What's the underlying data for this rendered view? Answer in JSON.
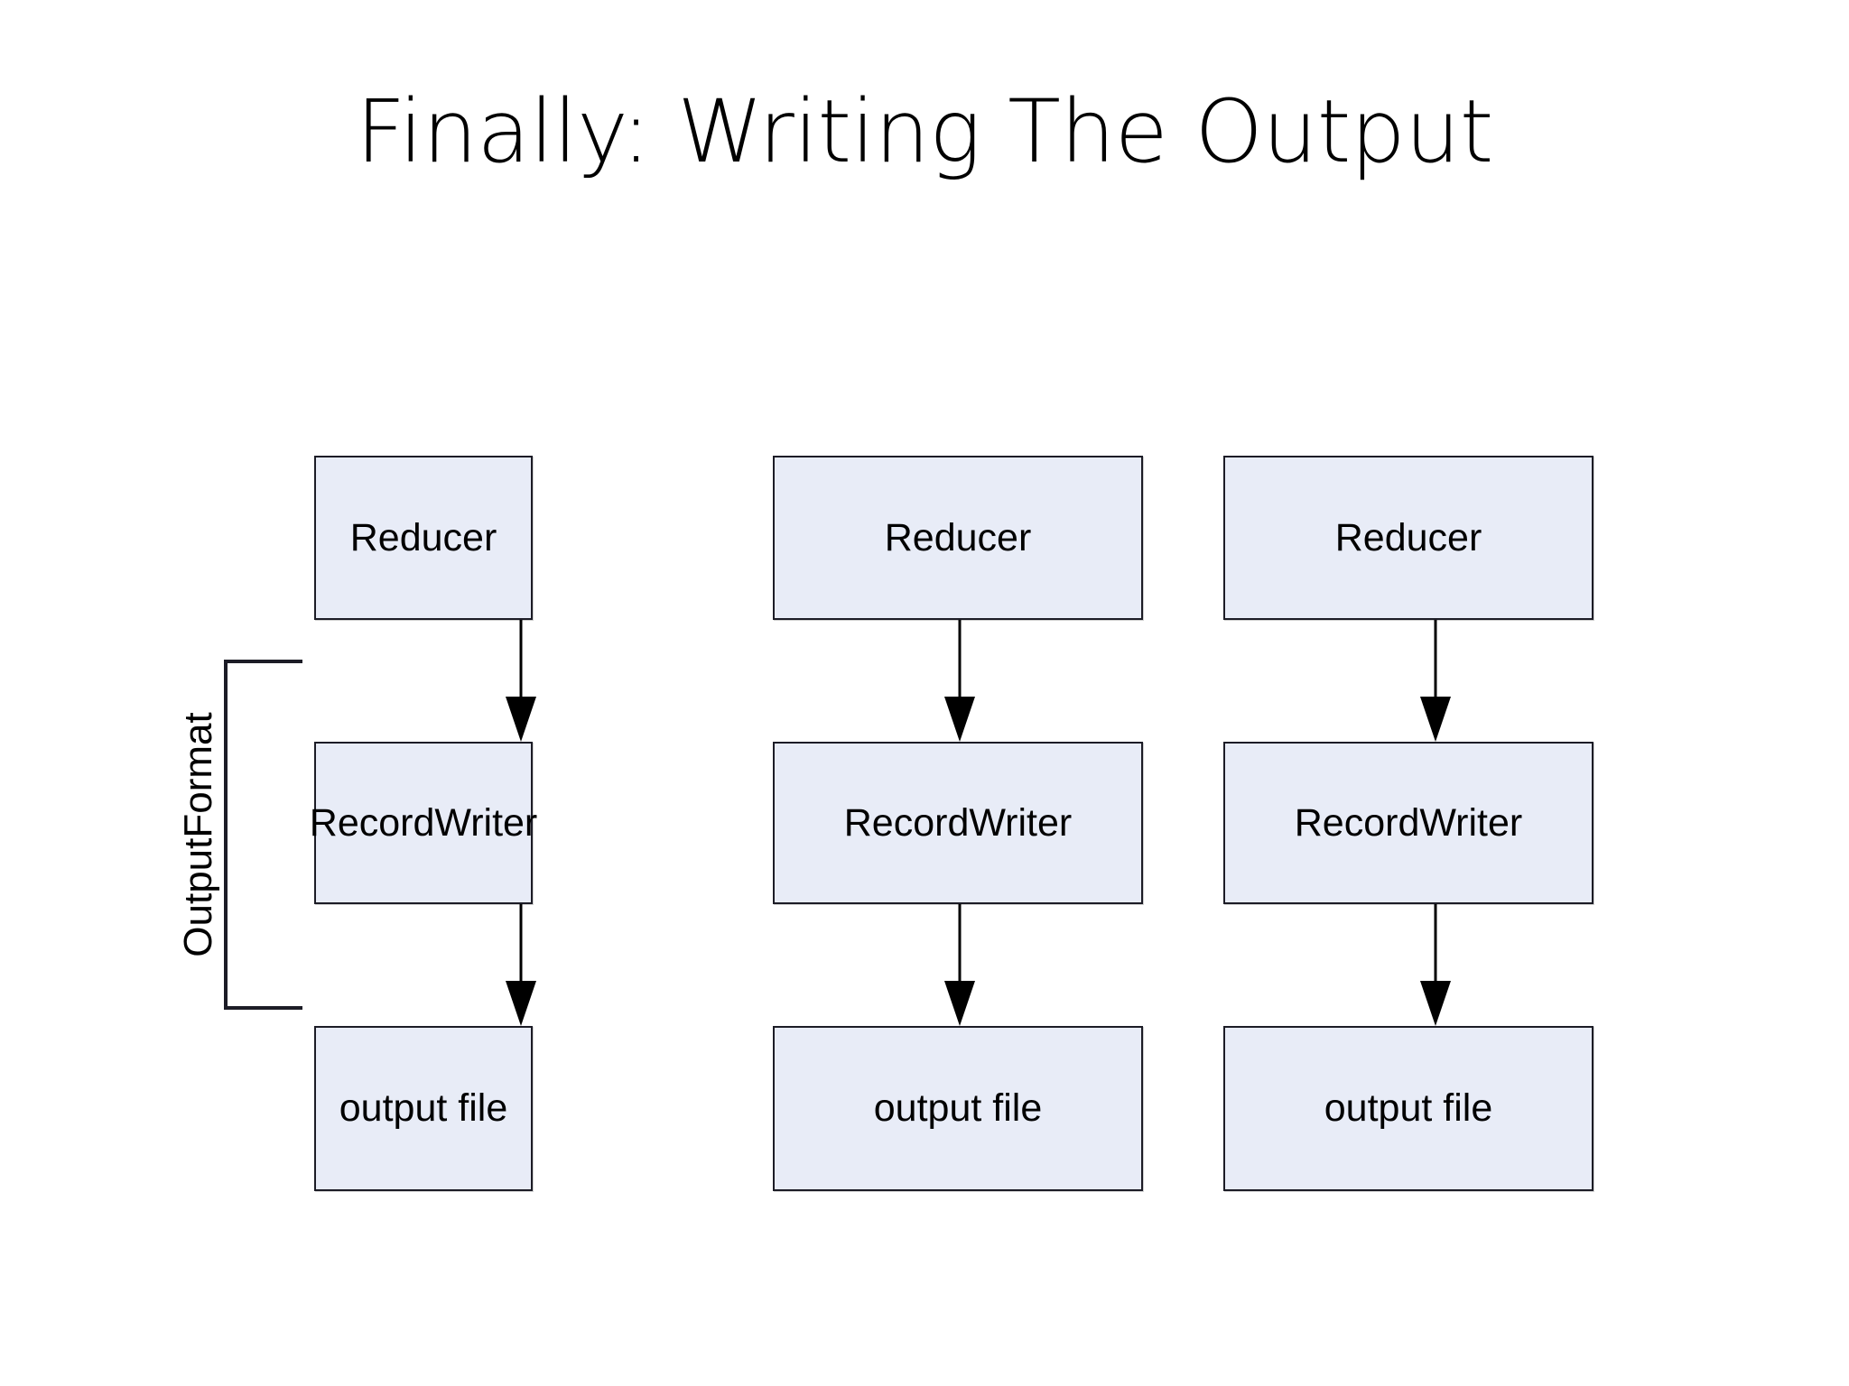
{
  "slide": {
    "title": "Finally: Writing The Output",
    "background_color": "#ffffff"
  },
  "diagram": {
    "type": "flow-diagram",
    "node_fill_color": "#e8ecf7",
    "node_border_color": "#1c1c26",
    "arrow_color": "#000000",
    "group_bracket": {
      "label": "OutputFormat",
      "orientation": "vertical-rotated",
      "spans_rows": [
        "RecordWriter",
        "output file"
      ]
    },
    "rows": [
      {
        "id": "reducer-row",
        "label": "Reducer"
      },
      {
        "id": "recordwriter-row",
        "label": "RecordWriter"
      },
      {
        "id": "outputfile-row",
        "label": "output file"
      }
    ],
    "columns": [
      {
        "id": "pipeline-1",
        "nodes": [
          {
            "id": "reducer-1",
            "label": "Reducer"
          },
          {
            "id": "recordwriter-1",
            "label": "RecordWriter"
          },
          {
            "id": "outputfile-1",
            "label": "output file"
          }
        ]
      },
      {
        "id": "pipeline-2",
        "nodes": [
          {
            "id": "reducer-2",
            "label": "Reducer"
          },
          {
            "id": "recordwriter-2",
            "label": "RecordWriter"
          },
          {
            "id": "outputfile-2",
            "label": "output file"
          }
        ]
      },
      {
        "id": "pipeline-3",
        "nodes": [
          {
            "id": "reducer-3",
            "label": "Reducer"
          },
          {
            "id": "recordwriter-3",
            "label": "RecordWriter"
          },
          {
            "id": "outputfile-3",
            "label": "output file"
          }
        ]
      }
    ],
    "edges": [
      {
        "from": "reducer-1",
        "to": "recordwriter-1"
      },
      {
        "from": "recordwriter-1",
        "to": "outputfile-1"
      },
      {
        "from": "reducer-2",
        "to": "recordwriter-2"
      },
      {
        "from": "recordwriter-2",
        "to": "outputfile-2"
      },
      {
        "from": "reducer-3",
        "to": "recordwriter-3"
      },
      {
        "from": "recordwriter-3",
        "to": "outputfile-3"
      }
    ]
  }
}
